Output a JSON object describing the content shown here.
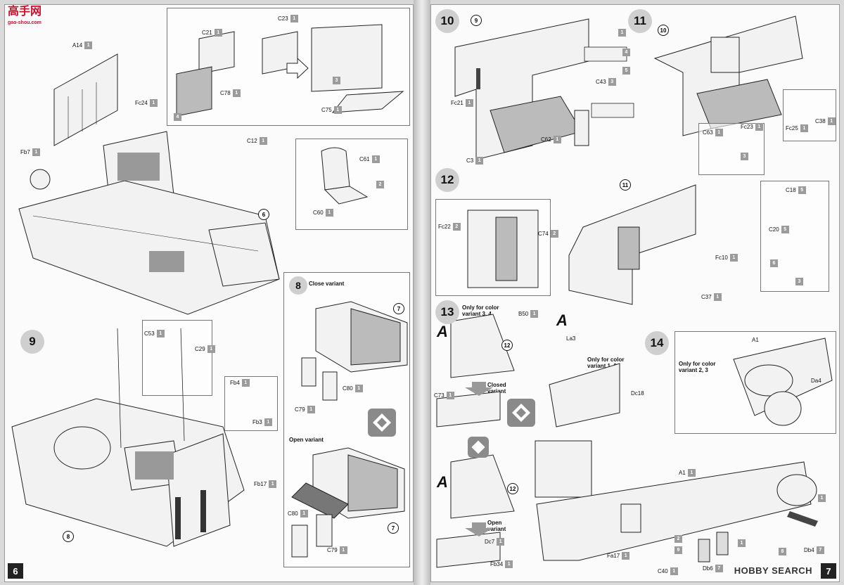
{
  "logo": {
    "text": "高手网",
    "sub": "gao-shou.com"
  },
  "watermark": "HOBBY SEARCH",
  "left_page": {
    "page_number": "6",
    "steps": [
      "8",
      "9"
    ],
    "step8_caption_close": "Close variant",
    "step8_caption_open": "Open variant",
    "labels": [
      {
        "code": "A14",
        "qty": "1"
      },
      {
        "code": "C21",
        "qty": "1"
      },
      {
        "code": "C23",
        "qty": "1"
      },
      {
        "code": "C78",
        "qty": "1"
      },
      {
        "code": "C75",
        "qty": "1"
      },
      {
        "code": "Fc24",
        "qty": "1"
      },
      {
        "code": "Fb7",
        "qty": "1"
      },
      {
        "code": "C12",
        "qty": "1"
      },
      {
        "code": "C61",
        "qty": "1"
      },
      {
        "code": "C60",
        "qty": "1"
      },
      {
        "code": "C53",
        "qty": "1"
      },
      {
        "code": "C29",
        "qty": "1"
      },
      {
        "code": "Fb4",
        "qty": "1"
      },
      {
        "code": "Fb3",
        "qty": "1"
      },
      {
        "code": "Fb17",
        "qty": "1"
      },
      {
        "code": "C79",
        "qty": "1"
      },
      {
        "code": "C80",
        "qty": "1"
      },
      {
        "code": "C80",
        "qty": "1"
      },
      {
        "code": "C79",
        "qty": "1"
      }
    ],
    "subrefs": [
      "6",
      "8",
      "7",
      "7"
    ],
    "qty_tags": [
      "4",
      "3",
      "2"
    ]
  },
  "right_page": {
    "page_number": "7",
    "steps": [
      "10",
      "11",
      "12",
      "13",
      "14"
    ],
    "step13_note1": "Only for color variant 3, 4",
    "step13_note2": "Only for color variant 1, 2",
    "step13_closed": "Closed variant",
    "step13_open": "Open variant",
    "step14_note": "Only for color variant 2, 3",
    "variant_letter": "A",
    "labels": [
      {
        "code": "Fc21",
        "qty": "1"
      },
      {
        "code": "C3",
        "qty": "1"
      },
      {
        "code": "C43",
        "qty": "3"
      },
      {
        "code": "C62",
        "qty": "1"
      },
      {
        "code": "C63",
        "qty": "1"
      },
      {
        "code": "Fc23",
        "qty": "1"
      },
      {
        "code": "Fc25",
        "qty": "1"
      },
      {
        "code": "C38",
        "qty": "1"
      },
      {
        "code": "Fc22",
        "qty": "2"
      },
      {
        "code": "C74",
        "qty": "2"
      },
      {
        "code": "C18",
        "qty": "5"
      },
      {
        "code": "C20",
        "qty": "5"
      },
      {
        "code": "Fc10",
        "qty": "1"
      },
      {
        "code": "C37",
        "qty": "1"
      },
      {
        "code": "B50",
        "qty": "1"
      },
      {
        "code": "La3",
        "qty": ""
      },
      {
        "code": "C73",
        "qty": "1"
      },
      {
        "code": "Dc18",
        "qty": ""
      },
      {
        "code": "Dc7",
        "qty": "1"
      },
      {
        "code": "A1",
        "qty": ""
      },
      {
        "code": "Da4",
        "qty": ""
      },
      {
        "code": "A1",
        "qty": "1"
      },
      {
        "code": "Db4",
        "qty": "7"
      },
      {
        "code": "Fb34",
        "qty": "1"
      },
      {
        "code": "Fa17",
        "qty": "1"
      },
      {
        "code": "C40",
        "qty": "1"
      },
      {
        "code": "Db6",
        "qty": "7"
      }
    ],
    "subrefs": [
      "9",
      "10",
      "11",
      "12",
      "12"
    ],
    "qty_tags": [
      "1",
      "4",
      "5",
      "3",
      "6",
      "3",
      "2",
      "9",
      "8",
      "1",
      "1"
    ]
  },
  "palette": {
    "paper": "#fbfbfb",
    "step_circle": "#cfcfcf",
    "qty_badge": "#9b9b9b",
    "line": "#111111"
  }
}
